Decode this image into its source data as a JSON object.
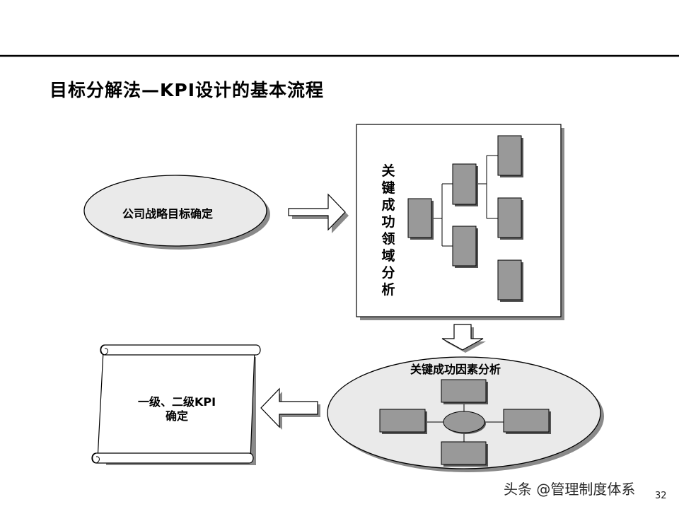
{
  "slide": {
    "title": "目标分解法—KPI设计的基本流程",
    "page_number": "32",
    "watermark": "头条 @管理制度体系"
  },
  "flow": {
    "step1": "公司战略目标确定",
    "step2": "关键成功领域分析",
    "step3": "关键成功因素分析",
    "step4_line1": "一级、二级KPI",
    "step4_line2": "确定"
  },
  "colors": {
    "box_fill": "#999999",
    "ellipse_fill": "#eaeaea",
    "shadow": "#8a8a8a",
    "line": "#000000"
  }
}
